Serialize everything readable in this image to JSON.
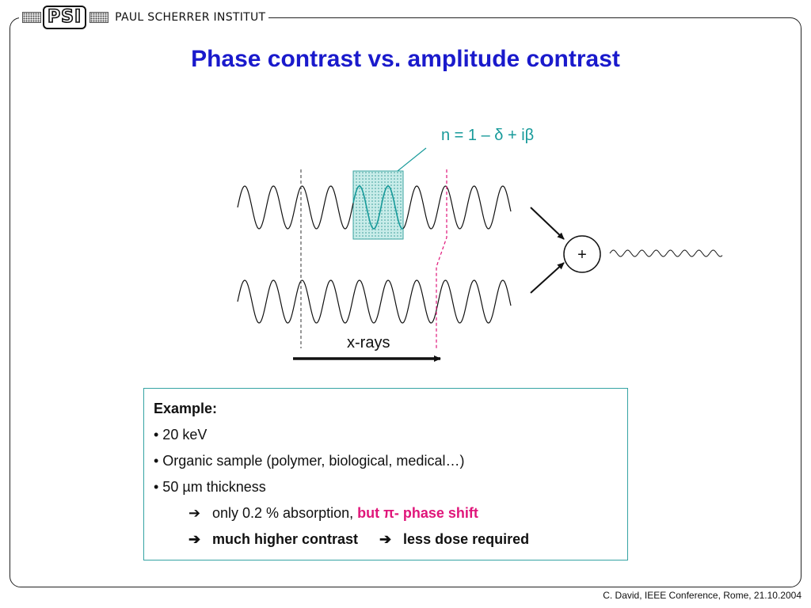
{
  "header": {
    "logo_text": "PSI",
    "institute": "PAUL SCHERRER INSTITUT"
  },
  "slide": {
    "title": "Phase contrast vs. amplitude contrast"
  },
  "diagram": {
    "formula": "n = 1 – δ + iβ",
    "sum_symbol": "+",
    "direction_label": "x-rays",
    "colors": {
      "sample_fill": "#a8dcd8",
      "sample_wave": "#179a9a",
      "phase_marker": "#e0167a"
    }
  },
  "example": {
    "heading": "Example:",
    "bullets": [
      "• 20 keV",
      "• Organic sample (polymer, biological, medical…)",
      "• 50 µm thickness"
    ],
    "result_1_plain": "only 0.2 % absorption,",
    "result_1_highlight": "but π- phase shift",
    "result_2_a": "much higher contrast",
    "result_2_b": "less dose required",
    "arrow_icon": "➔"
  },
  "footer": {
    "credit": "C. David, IEEE Conference, Rome, 21.10.2004"
  }
}
